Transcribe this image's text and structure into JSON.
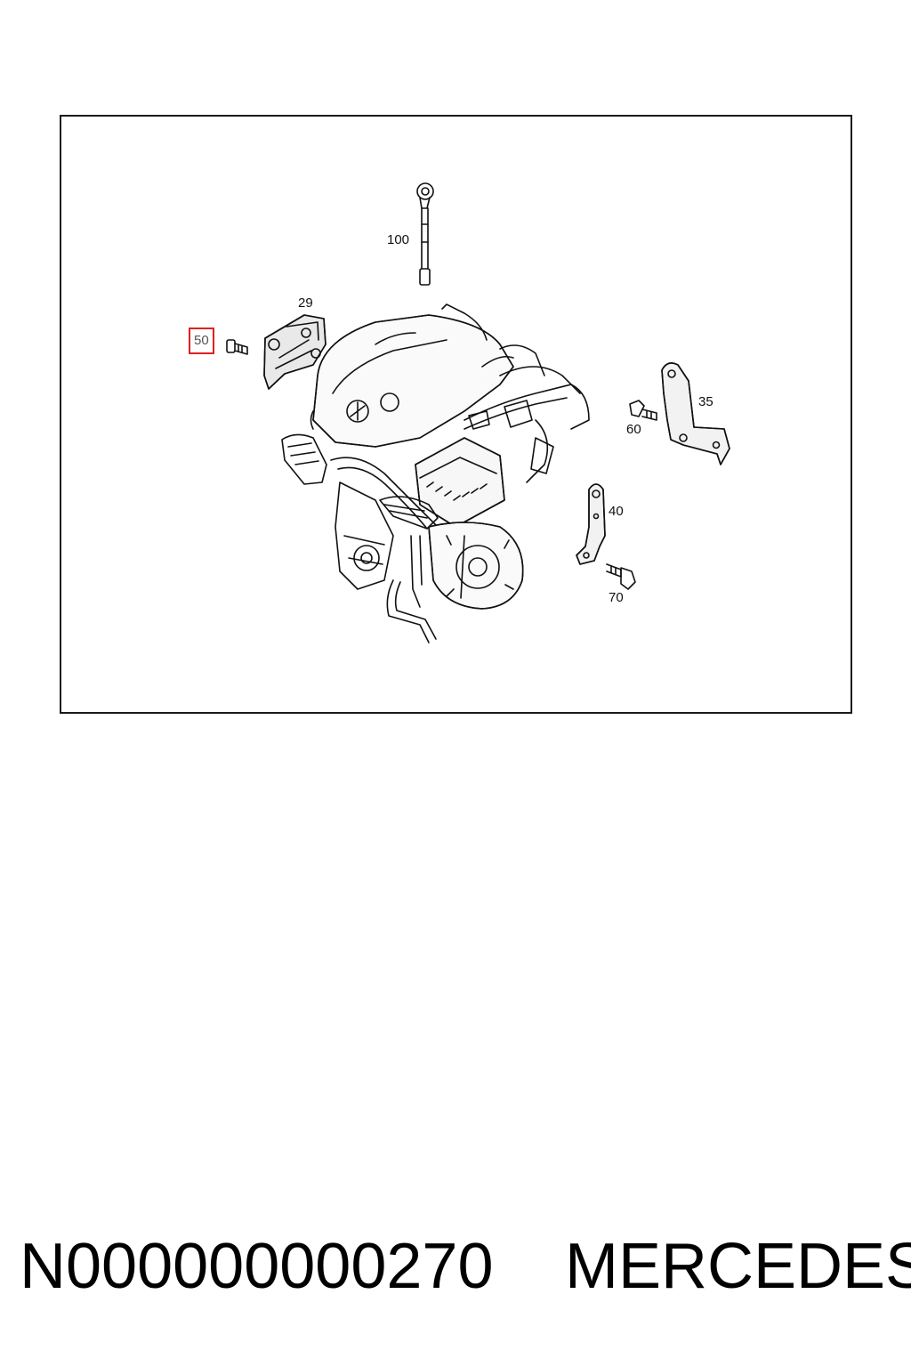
{
  "diagram": {
    "callouts": {
      "c100": "100",
      "c29": "29",
      "c50": "50",
      "c35": "35",
      "c60": "60",
      "c40": "40",
      "c70": "70"
    },
    "highlighted_callout": "50"
  },
  "footer": {
    "part_number": "N000000000270",
    "brand": "MERCEDES"
  },
  "colors": {
    "highlight": "#e02020",
    "line": "#111111"
  }
}
